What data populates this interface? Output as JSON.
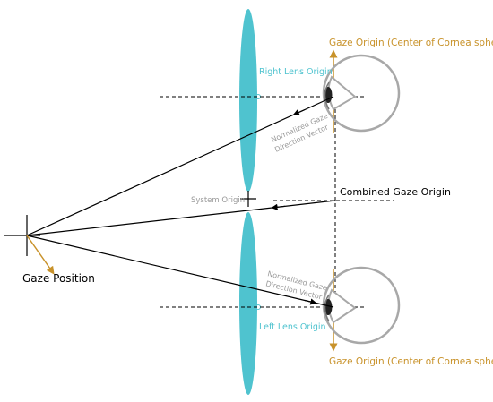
{
  "labels": {
    "gaze_origin_top": "Gaze Origin (Center of Cornea sphere)",
    "gaze_origin_bottom": "Gaze Origin (Center of Cornea sphere)",
    "right_lens_origin": "Right Lens Origin",
    "left_lens_origin": "Left Lens Origin",
    "normalized_top_line1": "Normalized Gaze",
    "normalized_top_line2": "Direction Vector",
    "normalized_bottom_line1": "Normalized Gaze",
    "normalized_bottom_line2": "Direction Vector",
    "system_origin": "System Origin",
    "combined_gaze_origin": "Combined Gaze Origin",
    "gaze_position": "Gaze Position"
  },
  "colors": {
    "lens": "#4fc3cf",
    "orange": "#c8922a",
    "eye": "#a8a8a8",
    "line": "#000000",
    "gray_text": "#9a9a9a"
  }
}
